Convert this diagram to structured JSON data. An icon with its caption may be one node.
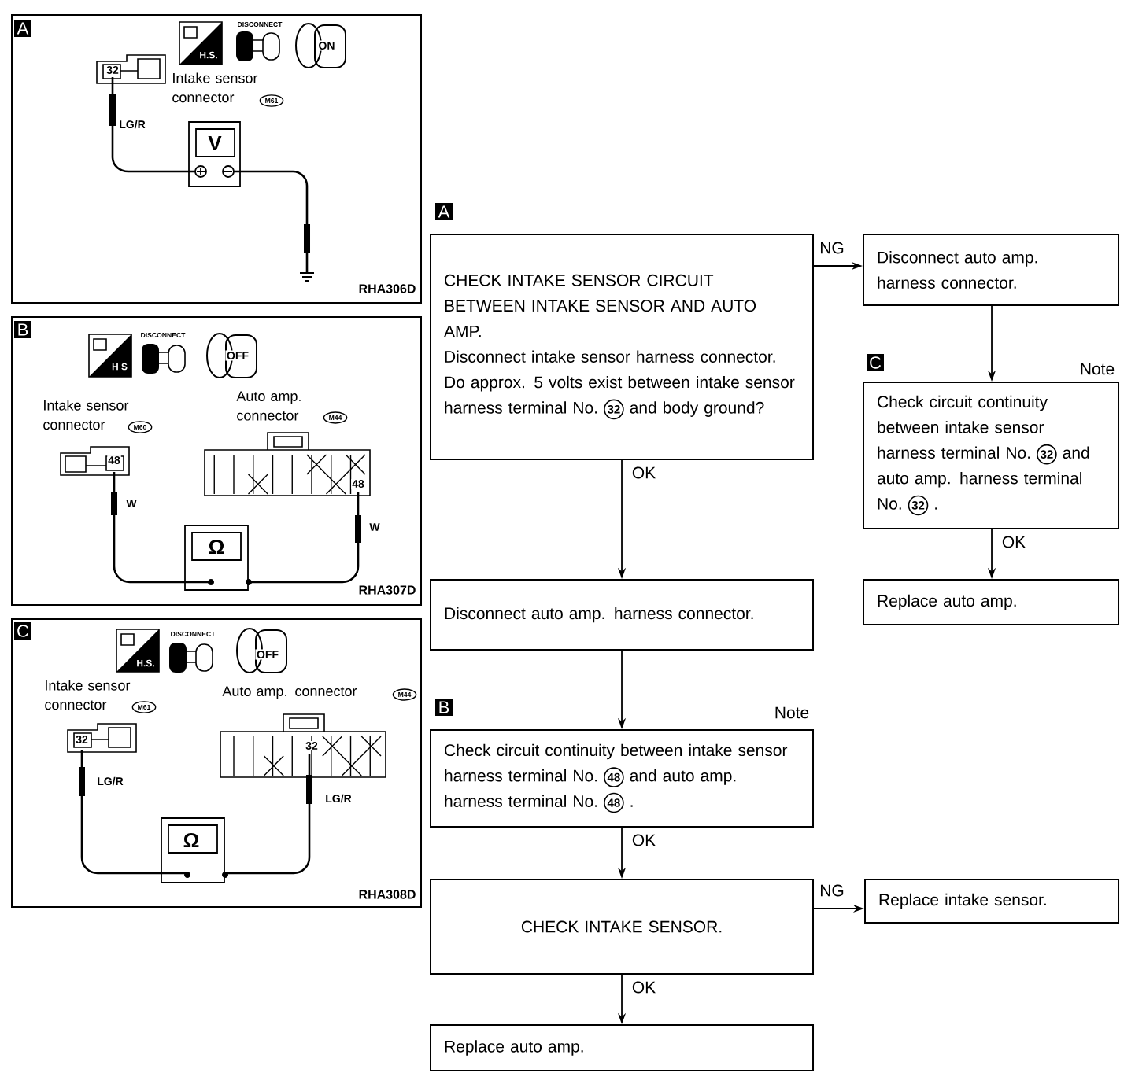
{
  "diagram": {
    "nodes": [
      {
        "text": [
          "A",
          "DISCONNECT",
          "H.S.",
          "ON",
          "32",
          "Intake sensor connector",
          "M61",
          "LG/R",
          "V",
          "RHA306D"
        ]
      },
      {
        "text": [
          "B",
          "H S",
          "DISCONNECT",
          "OFF",
          "Intake sensor connector",
          "M60",
          "Auto amp. connector",
          "M44",
          "48",
          "48",
          "W",
          "W",
          "Ω",
          "RHA307D"
        ]
      },
      {
        "text": [
          "C",
          "H.S.",
          "DISCONNECT",
          "OFF",
          "Intake sensor connector",
          "M61",
          "Auto amp. connector",
          "M44",
          "32",
          "32",
          "LG/R",
          "LG/R",
          "Ω",
          "RHA308D"
        ]
      },
      {
        "text": [
          "CHECK INTAKE SENSOR CIRCUIT BETWEEN INTAKE SENSOR AND AUTO AMP.",
          "Disconnect intake sensor harness connector.",
          "Do approx. 5 volts exist between intake sensor harness terminal No.",
          "32",
          "and body ground?"
        ],
        "beside": [
          "A"
        ]
      },
      {
        "text": [
          "Disconnect auto amp. harness connector."
        ]
      },
      {
        "text": [
          "Check circuit continuity between intake sensor harness terminal No.",
          "32",
          "and auto amp. harness terminal No.",
          "32",
          "."
        ],
        "beside": [
          "C",
          "Note"
        ]
      },
      {
        "text": [
          "Replace auto amp."
        ]
      },
      {
        "text": [
          "Disconnect auto amp. harness connector."
        ]
      },
      {
        "text": [
          "Check circuit continuity between intake sensor harness terminal No.",
          "48",
          "and auto amp. harness terminal No.",
          "48",
          "."
        ],
        "beside": [
          "B",
          "Note"
        ]
      },
      {
        "text": [
          "CHECK INTAKE SENSOR."
        ]
      },
      {
        "text": [
          "Replace intake sensor."
        ]
      },
      {
        "text": [
          "Replace auto amp."
        ]
      }
    ],
    "edges": [
      {
        "from": 3,
        "to": 4,
        "arrow": "to",
        "label": "NG"
      },
      {
        "from": 4,
        "to": 5,
        "arrow": "to"
      },
      {
        "from": 5,
        "to": 6,
        "arrow": "to",
        "label": "OK"
      },
      {
        "from": 3,
        "to": 7,
        "arrow": "to",
        "label": "OK"
      },
      {
        "from": 7,
        "to": 8,
        "arrow": "to"
      },
      {
        "from": 8,
        "to": 9,
        "arrow": "to",
        "label": "OK"
      },
      {
        "from": 9,
        "to": 10,
        "arrow": "to",
        "label": "NG"
      },
      {
        "from": 9,
        "to": 11,
        "arrow": "to",
        "label": "OK"
      }
    ]
  }
}
